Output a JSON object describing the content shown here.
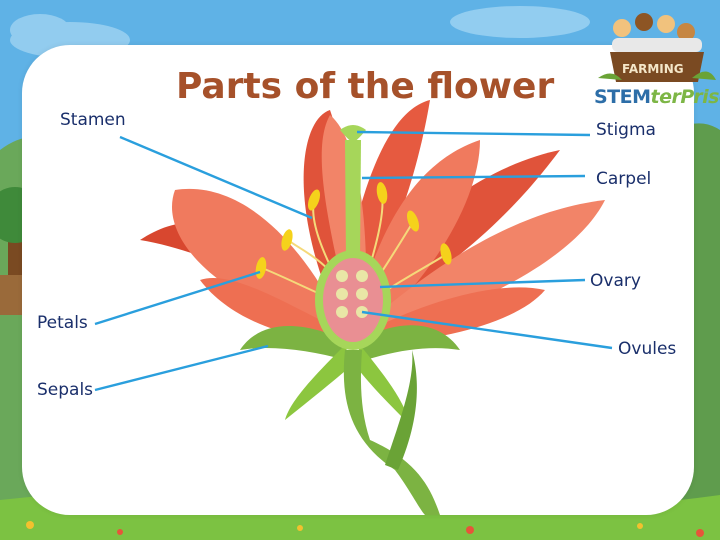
{
  "title": "Parts of the flower",
  "labels": {
    "stamen": "Stamen",
    "stigma": "Stigma",
    "carpel": "Carpel",
    "ovary": "Ovary",
    "petals": "Petals",
    "ovules": "Ovules",
    "sepals": "Sepals"
  },
  "logo": {
    "farming": "FARMING",
    "stem": "STEM",
    "terprise": "terPrise"
  },
  "colors": {
    "sky": "#5fb2e6",
    "grass": "#7cc242",
    "petal": "#f07a5e",
    "petal_dark": "#e0533a",
    "leaf": "#7cb342",
    "stamen": "#f5d21b",
    "pointer": "#2a9fdd",
    "title": "#a6512a",
    "label": "#1a2f6b"
  }
}
